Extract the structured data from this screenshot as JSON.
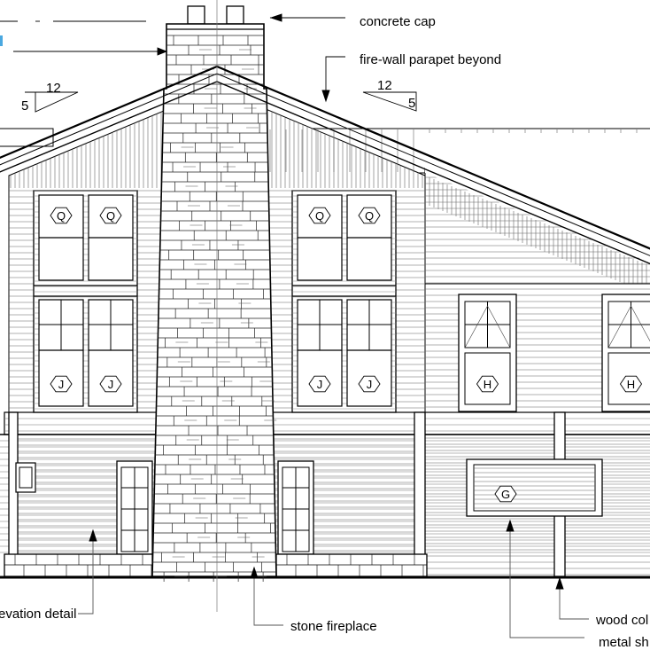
{
  "labels": {
    "concrete_cap": "concrete cap",
    "parapet": "fire-wall parapet beyond",
    "elevation_detail": "evation detail",
    "stone_fireplace": "stone fireplace",
    "wood_column": "wood col",
    "metal_sh": "metal sh"
  },
  "roof_pitch": {
    "left": {
      "run": "12",
      "rise": "5"
    },
    "right": {
      "run": "12",
      "rise": "5"
    }
  },
  "window_tags": {
    "upper": "Q",
    "lower": "J",
    "wing": "H",
    "vent": "G"
  },
  "colors": {
    "line": "#000000",
    "accent": "#4aa8e0"
  }
}
